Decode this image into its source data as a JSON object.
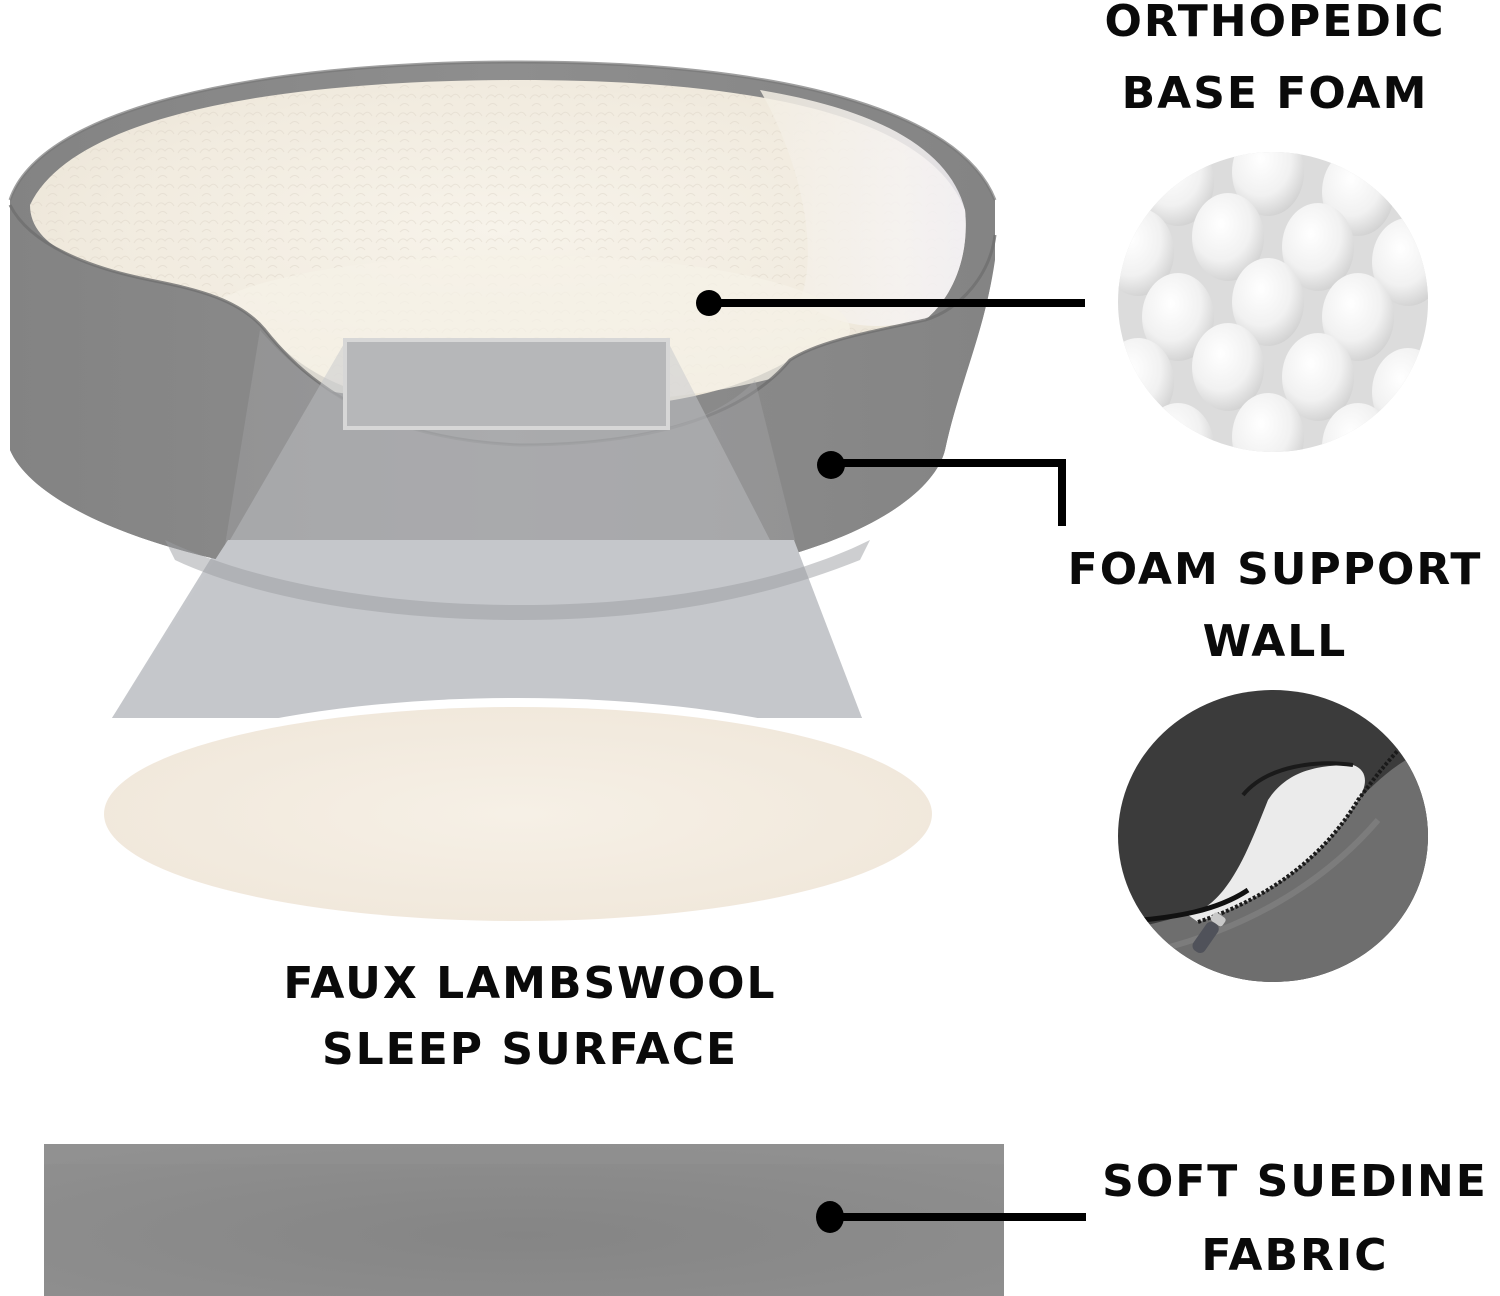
{
  "infographic": {
    "product": "Orthopedic oval pet bed",
    "labels": {
      "orthopedic_base_foam": {
        "line1": "ORTHOPEDIC",
        "line2": "BASE FOAM"
      },
      "foam_support_wall": {
        "line1": "FOAM SUPPORT",
        "line2": "WALL"
      },
      "faux_lambswool": {
        "line1": "FAUX LAMBSWOOL",
        "line2": "SLEEP SURFACE"
      },
      "soft_suedine": {
        "line1": "SOFT SUEDINE",
        "line2": "FABRIC"
      }
    },
    "insets": {
      "foam": "egg-crate-foam",
      "zipper": "removable-zipper-cover"
    },
    "colors": {
      "background": "#ffffff",
      "text": "#0a0a0a",
      "callout": "#000000",
      "bed_gray": "#8d8d8d",
      "bed_gray_dark": "#7a7a7a",
      "lambswool": "#f3ede2",
      "lambswool_light": "#faf7f1",
      "projection": "#c4c6ca",
      "projection_dark": "#9a9c9f",
      "suedine": "#8a8a8a",
      "foam": "#eeeeee",
      "zipper_cover_dark": "#3a3a3a"
    }
  }
}
